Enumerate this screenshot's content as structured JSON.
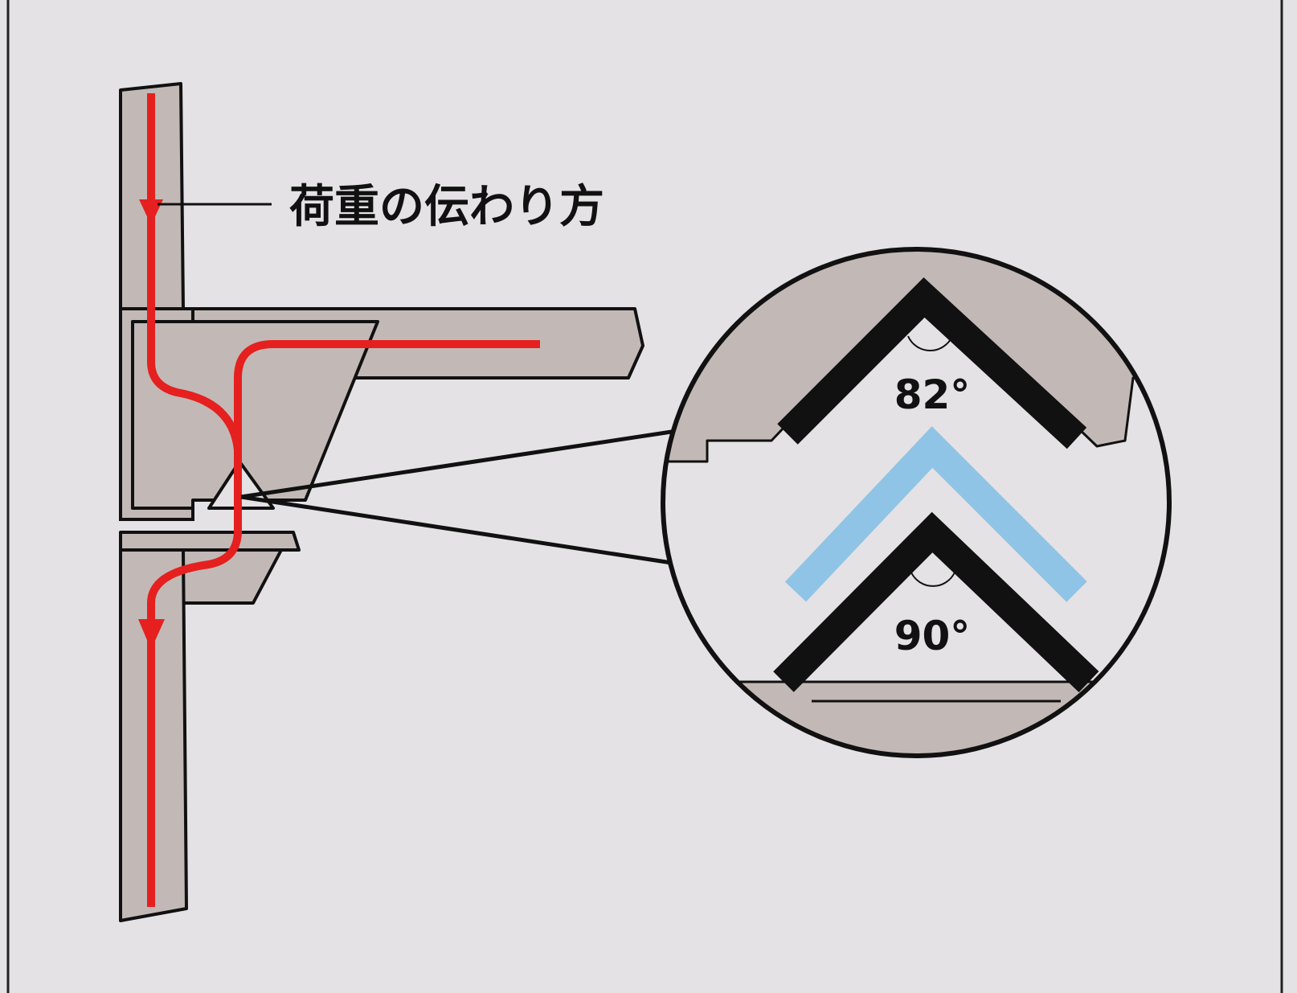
{
  "diagram": {
    "label": "荷重の伝わり方",
    "angle_top": "82°",
    "angle_bottom": "90°"
  },
  "colors": {
    "background": "#e4e2e4",
    "part_fill": "#c2b9b6",
    "outline": "#111111",
    "load_path": "#e5201f",
    "accent_blue": "#8fc4e6"
  }
}
